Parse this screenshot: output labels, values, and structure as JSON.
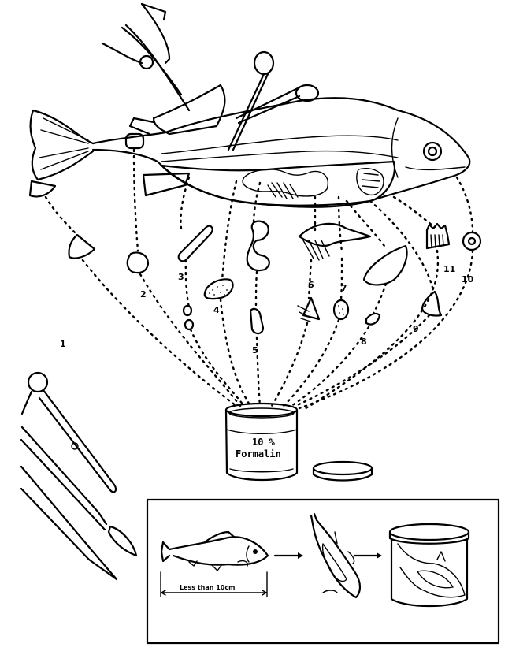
{
  "diagram": {
    "title": "Fish tissue sampling and preservation in formalin",
    "specimen_labels": [
      "1",
      "2",
      "3",
      "4",
      "5",
      "6",
      "7",
      "8",
      "9",
      "10",
      "11"
    ],
    "jar": {
      "concentration": "10 %",
      "fixative": "Formalin"
    },
    "inset": {
      "size_label": "Less than 10cm",
      "steps": [
        "small-fish",
        "slit-abdomen-fish",
        "fish-in-jar"
      ]
    },
    "instruments": [
      "scissors",
      "scalpel",
      "needle-probe"
    ],
    "colors": {
      "ink": "#000000",
      "paper": "#ffffff"
    }
  }
}
